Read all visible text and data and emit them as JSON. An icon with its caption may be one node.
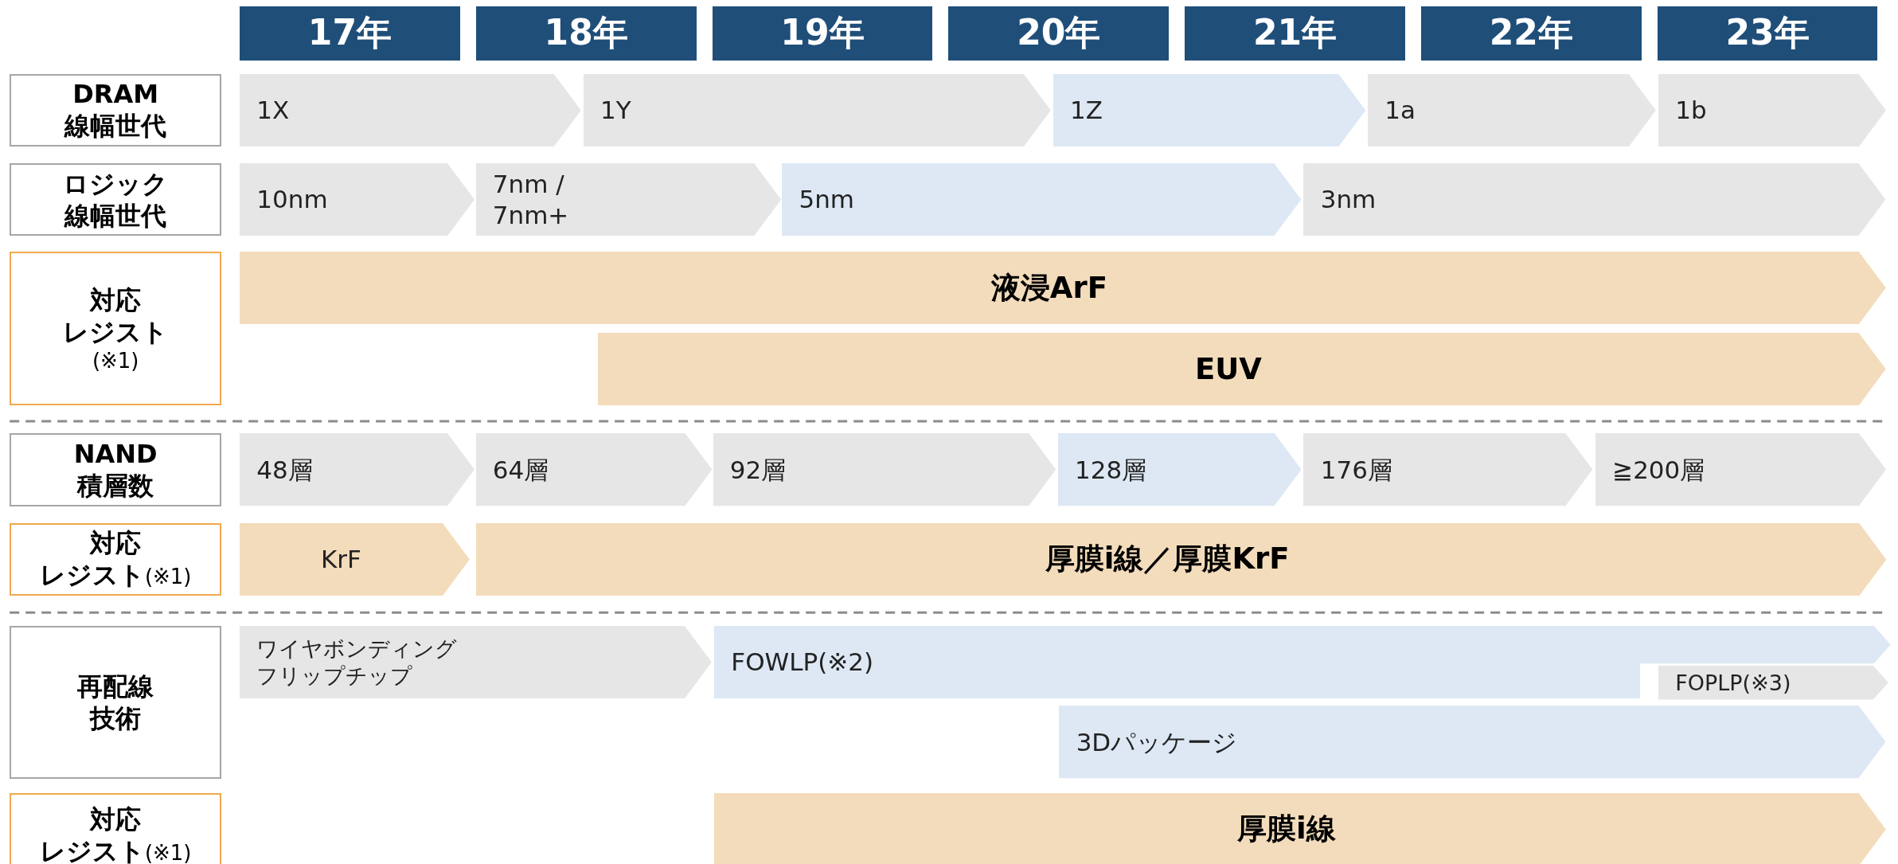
{
  "diagram": {
    "nodes": [
      {
        "text": [
          "17年"
        ]
      },
      {
        "text": [
          "18年"
        ]
      },
      {
        "text": [
          "19年"
        ]
      },
      {
        "text": [
          "20年"
        ]
      },
      {
        "text": [
          "21年"
        ]
      },
      {
        "text": [
          "22年"
        ]
      },
      {
        "text": [
          "23年"
        ]
      },
      {
        "text": [
          "DRAM線幅世代"
        ]
      },
      {
        "text": [
          "1X"
        ]
      },
      {
        "text": [
          "1Y"
        ]
      },
      {
        "text": [
          "1Z"
        ]
      },
      {
        "text": [
          "1a"
        ]
      },
      {
        "text": [
          "1b"
        ]
      },
      {
        "text": [
          "ロジック線幅世代"
        ]
      },
      {
        "text": [
          "10nm"
        ]
      },
      {
        "text": [
          "7nm / 7nm+"
        ]
      },
      {
        "text": [
          "5nm"
        ]
      },
      {
        "text": [
          "3nm"
        ]
      },
      {
        "text": [
          "対応レジスト",
          "(※1)"
        ]
      },
      {
        "text": [
          "液浸ArF"
        ]
      },
      {
        "text": [
          "EUV"
        ]
      },
      {
        "text": [
          "NAND積層数"
        ]
      },
      {
        "text": [
          "48層"
        ]
      },
      {
        "text": [
          "64層"
        ]
      },
      {
        "text": [
          "92層"
        ]
      },
      {
        "text": [
          "128層"
        ]
      },
      {
        "text": [
          "176層"
        ]
      },
      {
        "text": [
          "≧200層"
        ]
      },
      {
        "text": [
          "対応レジスト",
          "(※1)"
        ]
      },
      {
        "text": [
          "KrF"
        ]
      },
      {
        "text": [
          "厚膜i線／厚膜KrF"
        ]
      },
      {
        "text": [
          "再配線技術"
        ]
      },
      {
        "text": [
          "ワイヤボンディング",
          "フリップチップ"
        ]
      },
      {
        "text": [
          "FOWLP(※2)"
        ]
      },
      {
        "text": [
          "FOPLP(※3)"
        ]
      },
      {
        "text": [
          "3Dパッケージ"
        ]
      },
      {
        "text": [
          "対応レジスト",
          "(※1)"
        ]
      },
      {
        "text": [
          "厚膜i線"
        ]
      }
    ]
  }
}
